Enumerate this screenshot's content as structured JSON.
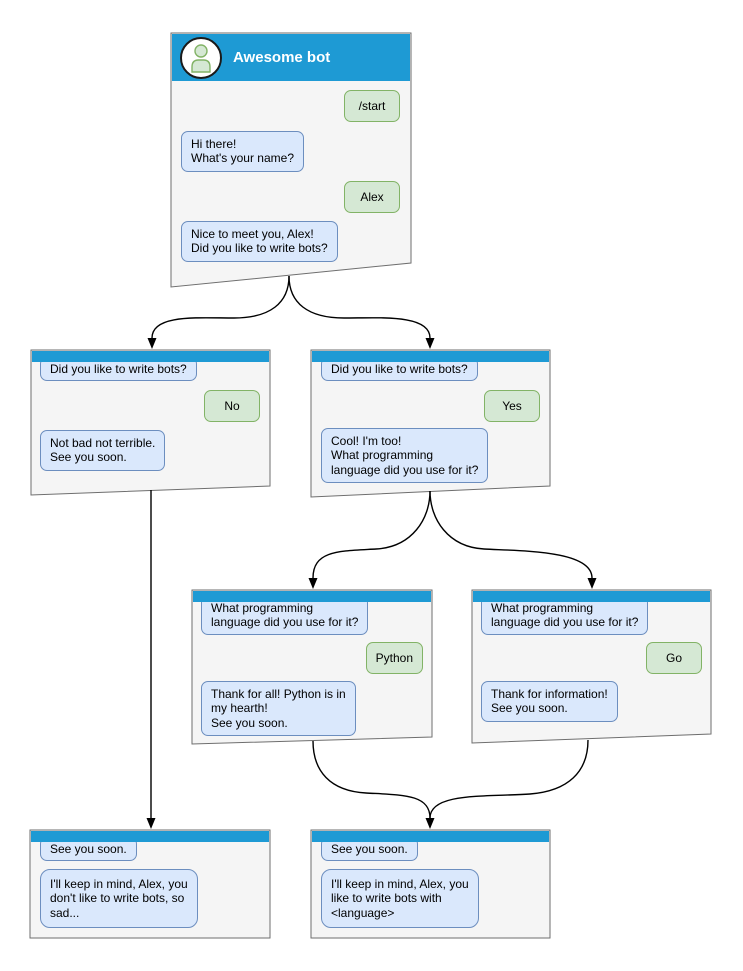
{
  "diagram": {
    "type": "chatbot-conversation-flowchart",
    "colors": {
      "titlebar_blue": "#1e9ad4",
      "window_fill": "#f5f5f5",
      "window_stroke": "#6e6e6e",
      "bot_bubble_fill": "#dae8fc",
      "bot_bubble_stroke": "#6c8ebf",
      "user_bubble_fill": "#d5e8d4",
      "user_bubble_stroke": "#82b366",
      "connector": "#000000"
    }
  },
  "windows": [
    {
      "id": "main",
      "title": "Awesome bot",
      "messages": [
        {
          "from": "user",
          "text": "/start"
        },
        {
          "from": "bot",
          "text": "Hi there!\nWhat's your name?"
        },
        {
          "from": "user",
          "text": "Alex"
        },
        {
          "from": "bot",
          "text": "Nice to meet you, Alex!\nDid you like to write bots?"
        }
      ]
    },
    {
      "id": "branch-no",
      "messages": [
        {
          "from": "bot",
          "text": "Did you like to write bots?"
        },
        {
          "from": "user",
          "text": "No"
        },
        {
          "from": "bot",
          "text": "Not bad not terrible.\nSee you soon."
        }
      ]
    },
    {
      "id": "branch-yes",
      "messages": [
        {
          "from": "bot",
          "text": "Did you like to write bots?"
        },
        {
          "from": "user",
          "text": "Yes"
        },
        {
          "from": "bot",
          "text": "Cool! I'm too!\nWhat programming\nlanguage did you use for it?"
        }
      ]
    },
    {
      "id": "branch-python",
      "messages": [
        {
          "from": "bot",
          "text": "What programming\nlanguage did you use for it?"
        },
        {
          "from": "user",
          "text": "Python"
        },
        {
          "from": "bot",
          "text": "Thank for all! Python is in\nmy hearth!\nSee you soon."
        }
      ]
    },
    {
      "id": "branch-go",
      "messages": [
        {
          "from": "bot",
          "text": "What programming\nlanguage did you use for it?"
        },
        {
          "from": "user",
          "text": "Go"
        },
        {
          "from": "bot",
          "text": "Thank for information!\nSee you soon."
        }
      ]
    },
    {
      "id": "end-no",
      "messages": [
        {
          "from": "bot",
          "text": "See you soon."
        },
        {
          "from": "bot",
          "text": "I'll keep in mind, Alex, you\ndon't like to write bots, so\nsad..."
        }
      ]
    },
    {
      "id": "end-yes",
      "messages": [
        {
          "from": "bot",
          "text": "See you soon."
        },
        {
          "from": "bot",
          "text": "I'll keep in mind, Alex, you\nlike to write bots with\n<language>"
        }
      ]
    }
  ]
}
